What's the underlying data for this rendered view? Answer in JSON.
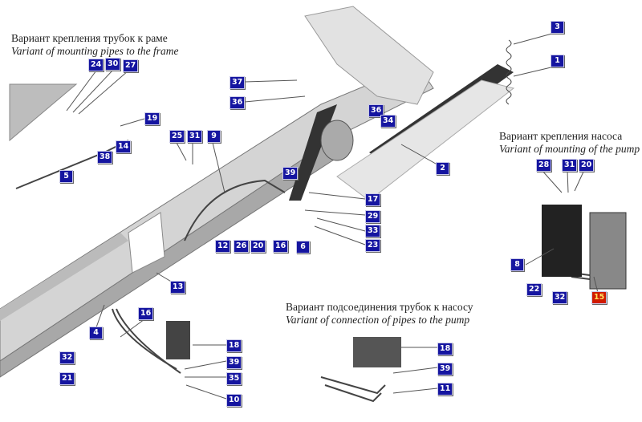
{
  "captions": {
    "frame": {
      "ru": "Вариант крепления трубок к раме",
      "en": "Variant of mounting pipes to the frame"
    },
    "pump": {
      "ru": "Вариант крепления насоса",
      "en": "Variant of mounting of the pump"
    },
    "connection": {
      "ru": "Вариант подсоединения трубок к насосу",
      "en": "Variant of connection of pipes to the pump"
    }
  },
  "callouts": [
    "3",
    "1",
    "37",
    "36",
    "24",
    "30",
    "27",
    "19",
    "14",
    "38",
    "5",
    "25",
    "31",
    "9",
    "36",
    "34",
    "2",
    "39",
    "17",
    "29",
    "33",
    "23",
    "12",
    "26",
    "20",
    "16",
    "6",
    "13",
    "4",
    "16",
    "28",
    "31",
    "20",
    "8",
    "22",
    "32",
    "15",
    "18",
    "39",
    "35",
    "10",
    "32",
    "21",
    "18",
    "39",
    "11"
  ],
  "highlight_color": "#d01a00",
  "badge_color": "#1515a0"
}
